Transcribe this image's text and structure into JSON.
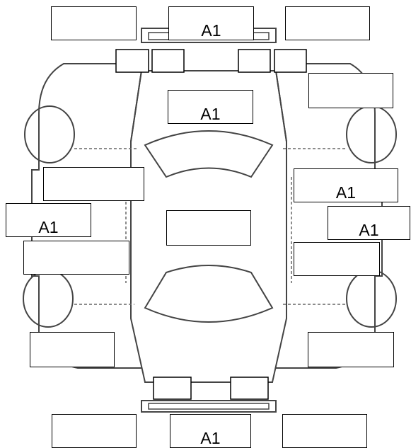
{
  "diagram": {
    "kind": "vehicle damage location diagram (top view)",
    "labels": {
      "front_top_left": "",
      "front_top_center": "A1",
      "front_top_right": "",
      "hood_center": "A1",
      "right_front_upper": "",
      "left_front_door": "",
      "right_front_door": "A1",
      "left_side": "A1",
      "right_side": "A1",
      "roof_center": "",
      "left_rear_door": "",
      "right_rear_door": "",
      "left_rear_lower": "",
      "right_rear_lower": "",
      "rear_bottom_left": "",
      "rear_bottom_center": "A1",
      "rear_bottom_right": ""
    },
    "colors": {
      "line": "#444444",
      "box_border": "#000000",
      "background": "#ffffff"
    }
  }
}
